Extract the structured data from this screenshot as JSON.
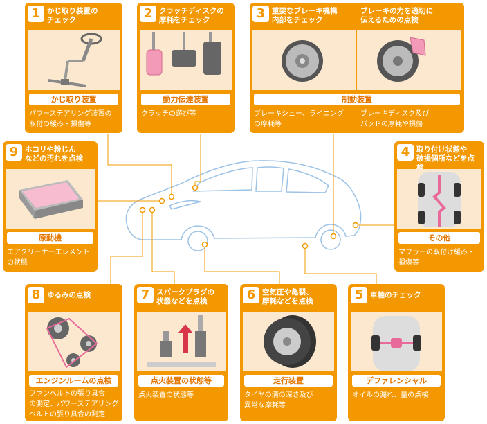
{
  "cards": {
    "c1": {
      "num": "1",
      "title": "かじ取り装置の\nチェック",
      "category": "かじ取り装置",
      "desc": "パワーステアリング装置の\n取付の緩み・損傷等"
    },
    "c2": {
      "num": "2",
      "title": "クラッチディスクの\n摩耗をチェック",
      "category": "動力伝達装置",
      "desc": "クラッチの遊び等"
    },
    "c3": {
      "num": "3",
      "title_left": "重要なブレーキ機構\n内部をチェック",
      "title_right": "ブレーキの力を適切に\n伝えるための点検",
      "category": "制動装置",
      "desc_left": "ブレーキシュー、ライニング\nの摩耗等",
      "desc_right": "ブレーキディスク及び\nパッドの摩耗や損傷"
    },
    "c4": {
      "num": "4",
      "title": "取り付け状態や\n破損個所などを点検",
      "category": "その他",
      "desc": "マフラーの取付け緩み・\n損傷等"
    },
    "c5": {
      "num": "5",
      "title": "車軸のチェック",
      "category": "デファレンシャル",
      "desc": "オイルの漏れ、量の点検"
    },
    "c6": {
      "num": "6",
      "title": "空気圧や亀裂、\n摩耗などを点検",
      "category": "走行装置",
      "desc": "タイヤの溝の深さ及び\n異常な摩耗等"
    },
    "c7": {
      "num": "7",
      "title": "スパークプラグの\n状態などを点検",
      "category": "点火装置の状態等",
      "desc": "点火装置の状態等"
    },
    "c8": {
      "num": "8",
      "title": "ゆるみの点検",
      "category": "エンジンルームの点検",
      "desc": "ファンベルトの張り具合\nの測定、パワーステアリング\nベルトの張り具合の測定"
    },
    "c9": {
      "num": "9",
      "title": "ホコリや粉じん\nなどの汚れを点検",
      "category": "原動機",
      "desc": "エアクリーナーエレメント\nの状態"
    }
  },
  "colors": {
    "accent": "#f39800",
    "panel": "#fbe8ce",
    "line": "#f39800",
    "car": "#9cc2e5"
  },
  "icons": {
    "c1": "steering-wheel-icon",
    "c2": "pedals-icon",
    "c3a": "brake-drum-icon",
    "c3b": "disc-brake-icon",
    "c4": "muffler-icon",
    "c5": "differential-icon",
    "c6": "tire-icon",
    "c7": "spark-plug-icon",
    "c8": "fan-belt-icon",
    "c9": "air-filter-icon"
  }
}
